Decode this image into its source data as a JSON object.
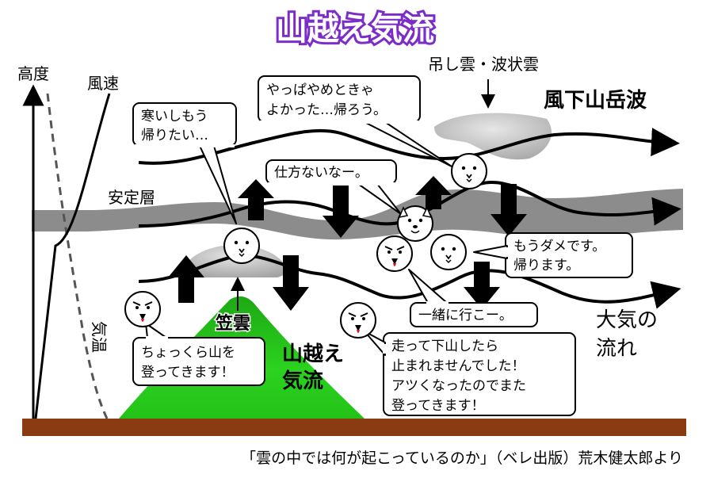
{
  "title": "山越え気流",
  "axes": {
    "altitude": "高度",
    "wind_speed": "風速",
    "temperature": "気温"
  },
  "labels": {
    "stable_layer": "安定層",
    "lenticular_cloud": "吊し雲・波状雲",
    "lee_wave": "風下山岳波",
    "cap_cloud": "笠雲",
    "mountain_flow": "山越え\n気流",
    "air_flow": "大気の\n流れ"
  },
  "bubbles": {
    "cold": "寒いしもう\n帰りたい…",
    "regret": "やっぱやめときゃ\nよかった…帰ろう。",
    "no_choice": "仕方ないなー。",
    "give_up": "もうダメです。\n帰ります。",
    "together": "一緒に行こー。",
    "climb": "ちょっくら山を\n登ってきます！",
    "hot": "走って下山したら\n止まれませんでした！\nアツくなったのでまた\n登ってきます！"
  },
  "citation": "「雲の中では何が起こっているのか」（ベレ出版）荒木健太郎より",
  "colors": {
    "title_text": "#ffffff",
    "title_outline": "#7b2cc9",
    "mountain": "#22c81a",
    "ground": "#8a3b12",
    "stable_band": "#8c8c8c",
    "cloud": "#b4b4b4"
  }
}
